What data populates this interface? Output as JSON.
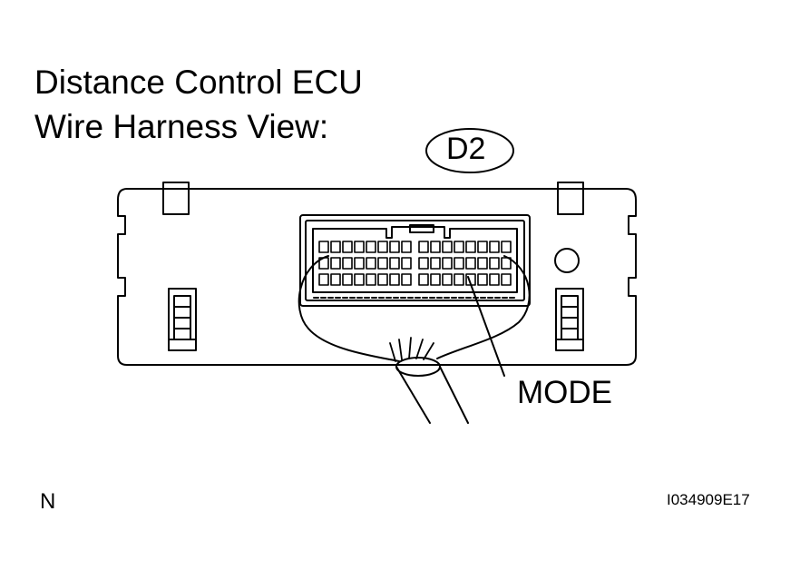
{
  "diagram": {
    "title_line1": "Distance Control ECU",
    "title_line2": "Wire Harness View:",
    "connector_id": "D2",
    "pin_label": "MODE",
    "corner_label": "N",
    "figure_code": "I034909E17"
  },
  "colors": {
    "stroke": "#000000",
    "background": "#ffffff"
  }
}
